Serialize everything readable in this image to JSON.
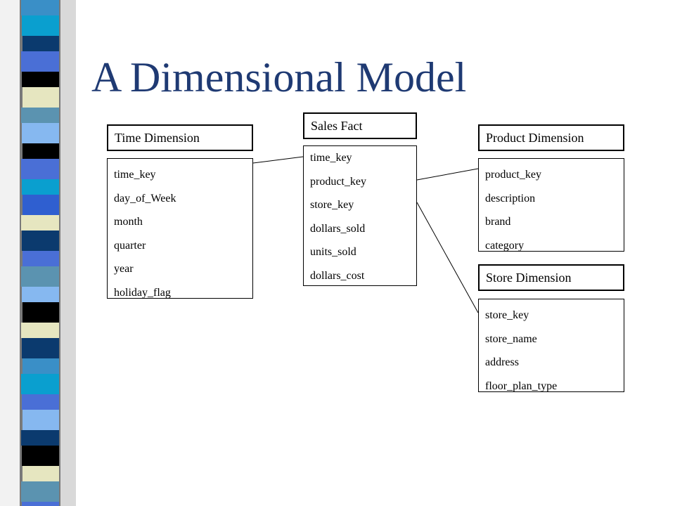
{
  "title": "A Dimensional Model",
  "tables": {
    "time": {
      "header": "Time Dimension",
      "fields": [
        "time_key",
        "day_of_Week",
        "month",
        "quarter",
        "year",
        "holiday_flag"
      ]
    },
    "sales": {
      "header": "Sales Fact",
      "fields": [
        "time_key",
        "product_key",
        "store_key",
        "dollars_sold",
        "units_sold",
        "dollars_cost"
      ]
    },
    "product": {
      "header": "Product Dimension",
      "fields": [
        "product_key",
        "description",
        "brand",
        "category"
      ]
    },
    "store": {
      "header": "Store Dimension",
      "fields": [
        "store_key",
        "store_name",
        "address",
        "floor_plan_type"
      ]
    }
  },
  "colors": {
    "title": "#1f3a73",
    "line": "#000000",
    "stripe": [
      "#4a6fd6",
      "#0b3a6e",
      "#e6e6c0",
      "#000000",
      "#3a8fc7",
      "#5b93b0",
      "#0a9fcf",
      "#86b8f0",
      "#2f5fd0"
    ]
  }
}
